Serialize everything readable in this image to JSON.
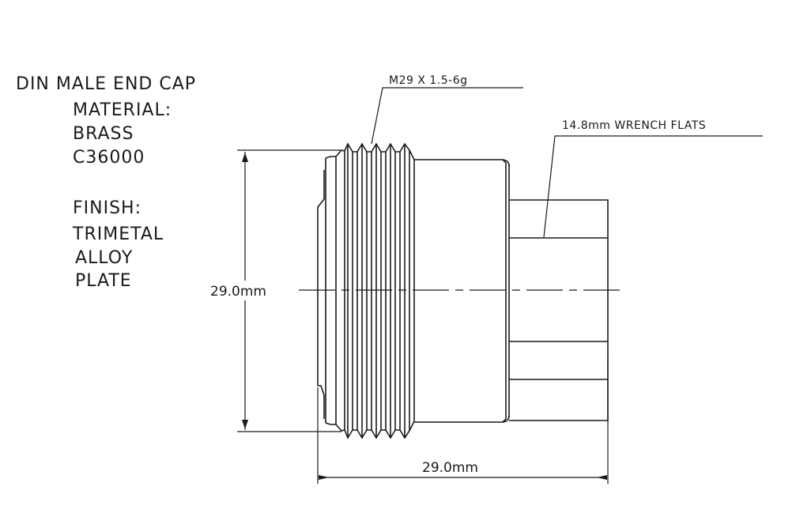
{
  "drawing": {
    "title": "DIN MALE END CAP",
    "material_label": "MATERIAL:",
    "material_lines": [
      "BRASS",
      "C36000"
    ],
    "finish_label": "FINISH:",
    "finish_lines": [
      "TRIMETAL",
      "ALLOY",
      "PLATE"
    ]
  },
  "callouts": {
    "thread": "M29 X 1.5-6g",
    "wrench_flats": "14.8mm  WRENCH FLATS"
  },
  "dimensions": {
    "height": "29.0mm",
    "length": "29.0mm"
  },
  "colors": {
    "line": "#1a1a1a",
    "background": "#ffffff"
  }
}
